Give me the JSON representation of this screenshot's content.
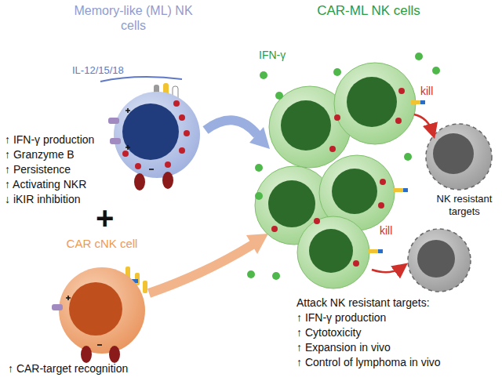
{
  "diagram": {
    "labels": [
      "Memory-like (ML) NK cells",
      "IL-12/15/18",
      "↑ IFN-γ production",
      "↑ Granzyme B",
      "↑ Persistence",
      "↑ Activating NKR",
      "↓ iKIR inhibition",
      "+",
      "CAR cNK cell",
      "↑ CAR-target recognition",
      "CAR-ML NK cells",
      "IFN-γ",
      "kill",
      "kill",
      "NK resistant targets",
      "Attack NK resistant targets:",
      "↑ IFN-γ production",
      "↑ Cytotoxicity",
      "↑ Expansion in vivo",
      "↑ Control of lymphoma in vivo"
    ]
  }
}
